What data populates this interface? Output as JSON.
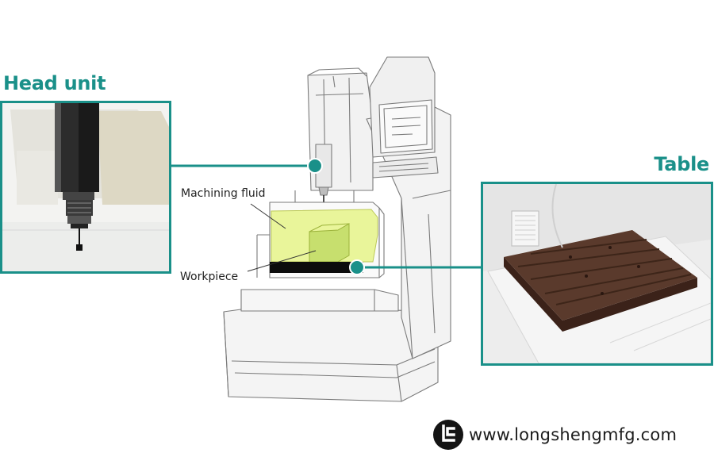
{
  "callouts": {
    "head_unit": "Head unit",
    "table": "Table"
  },
  "labels": {
    "machining_fluid": "Machining fluid",
    "workpiece": "Workpiece"
  },
  "watermark": {
    "url": "www.longshengmfg.com",
    "logo_icon": "longsheng-logo-icon"
  },
  "colors": {
    "accent": "#1a9089",
    "fluid": "#e9f59a",
    "workpiece": "#c7df6e",
    "table_plate": "#5a3a2c"
  }
}
